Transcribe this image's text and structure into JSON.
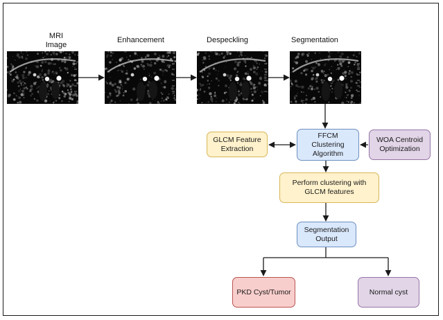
{
  "stages": [
    {
      "id": "mri",
      "label": "MRI\nImage"
    },
    {
      "id": "enhancement",
      "label": "Enhancement"
    },
    {
      "id": "despeckling",
      "label": "Despeckling"
    },
    {
      "id": "segmentation",
      "label": "Segmentation"
    }
  ],
  "nodes": {
    "ffcm": "FFCM\nClustering\nAlgorithm",
    "glcm": "GLCM Feature\nExtraction",
    "woa": "WOA Centroid\nOptimization",
    "perform": "Perform clustering with\nGLCM features",
    "seg_output": "Segmentation\nOutput",
    "pkd": "PKD Cyst/Tumor",
    "normal": "Normal cyst"
  },
  "colors": {
    "yellow_fill": "#fff2cc",
    "blue_fill": "#dae8fc",
    "purple_fill": "#e1d5e7",
    "red_fill": "#f8cecc",
    "arrow": "#1a1a1a"
  }
}
